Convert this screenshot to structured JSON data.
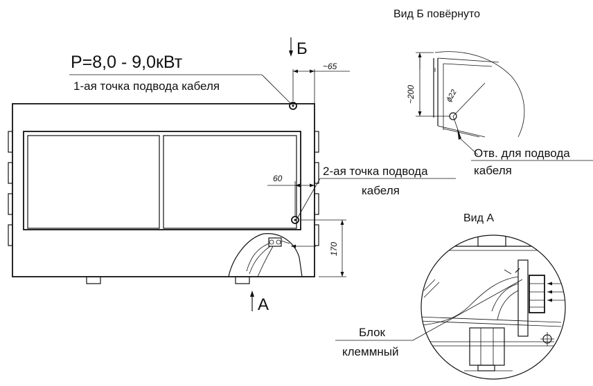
{
  "power_label": "P=8,0 - 9,0кВт",
  "cable_point_1": "1-ая точка подвода кабеля",
  "cable_point_2_line1": "2-ая точка подвода",
  "cable_point_2_line2": "кабеля",
  "view_b_marker": "Б",
  "view_a_marker": "А",
  "dims": {
    "top_offset": "~65",
    "side_offset": "60",
    "height_170": "170",
    "view_b_height": "~200",
    "hole_diameter": "ϕ22"
  },
  "view_b": {
    "title": "Вид Б повёрнуто",
    "hole_label_line1": "Отв. для подвода",
    "hole_label_line2": "кабеля"
  },
  "view_a": {
    "title": "Вид А",
    "terminal_label_line1": "Блок",
    "terminal_label_line2": "клеммный"
  }
}
